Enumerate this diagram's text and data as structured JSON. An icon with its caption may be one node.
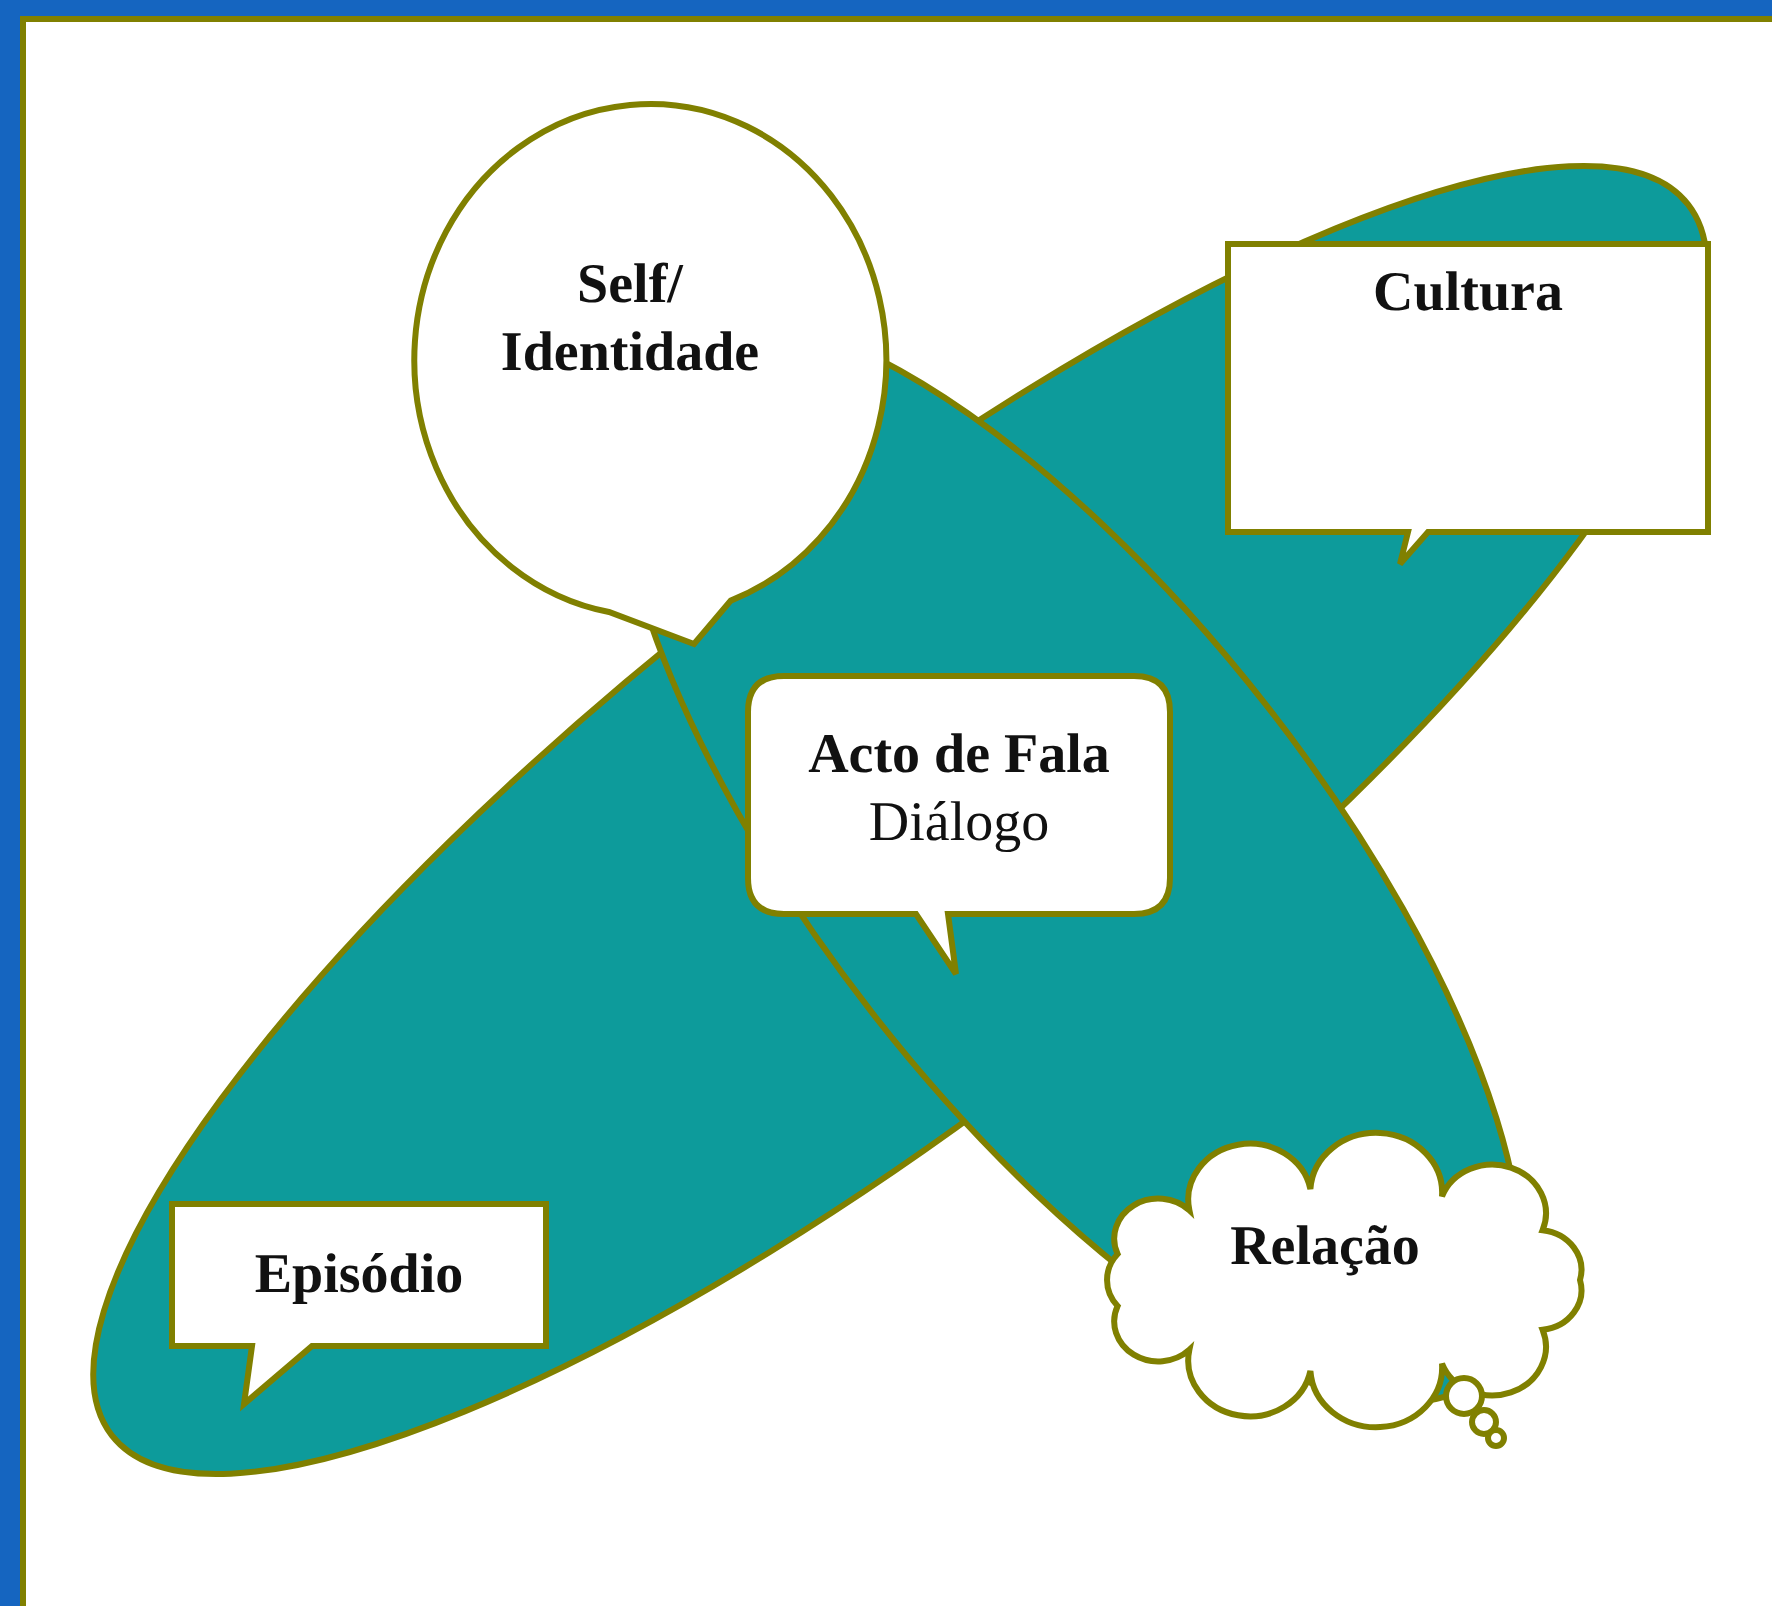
{
  "diagram": {
    "nodes": [
      {
        "text": [
          "Self/ Identidade"
        ]
      },
      {
        "text": [
          "Cultura"
        ]
      },
      {
        "text": [
          "Acto de Fala",
          "Diálogo"
        ]
      },
      {
        "text": [
          "Episódio"
        ]
      },
      {
        "text": [
          "Relação"
        ]
      }
    ]
  }
}
